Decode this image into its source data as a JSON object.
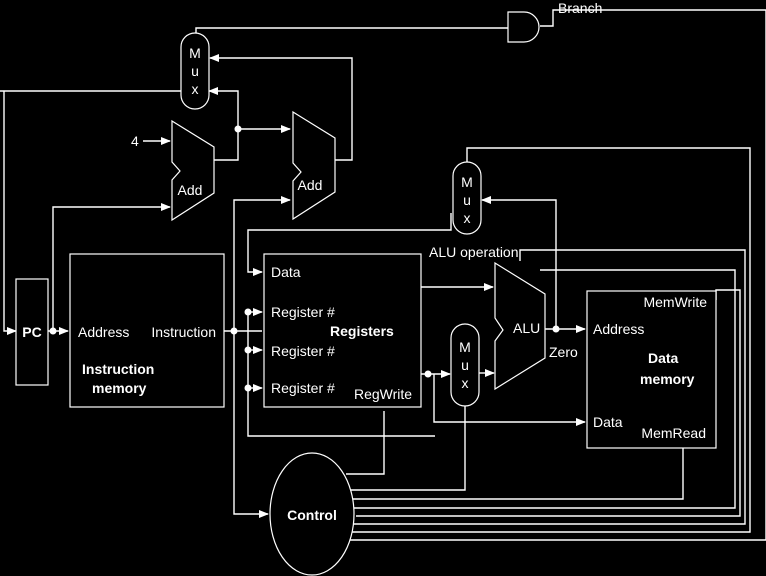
{
  "labels": {
    "branch": "Branch",
    "four": "4",
    "pc": "PC",
    "im_address": "Address",
    "im_instruction": "Instruction",
    "im_title_1": "Instruction",
    "im_title_2": "memory",
    "reg_data": "Data",
    "reg_r1": "Register #",
    "reg_r2": "Register #",
    "reg_r3": "Register #",
    "registers": "Registers",
    "regwrite": "RegWrite",
    "alu_operation": "ALU operation",
    "alu": "ALU",
    "zero": "Zero",
    "dm_memwrite": "MemWrite",
    "dm_address": "Address",
    "dm_title_1": "Data",
    "dm_title_2": "memory",
    "dm_data": "Data",
    "dm_memread": "MemRead",
    "control": "Control",
    "add": "Add",
    "mux_m": "M",
    "mux_u": "u",
    "mux_x": "x"
  }
}
